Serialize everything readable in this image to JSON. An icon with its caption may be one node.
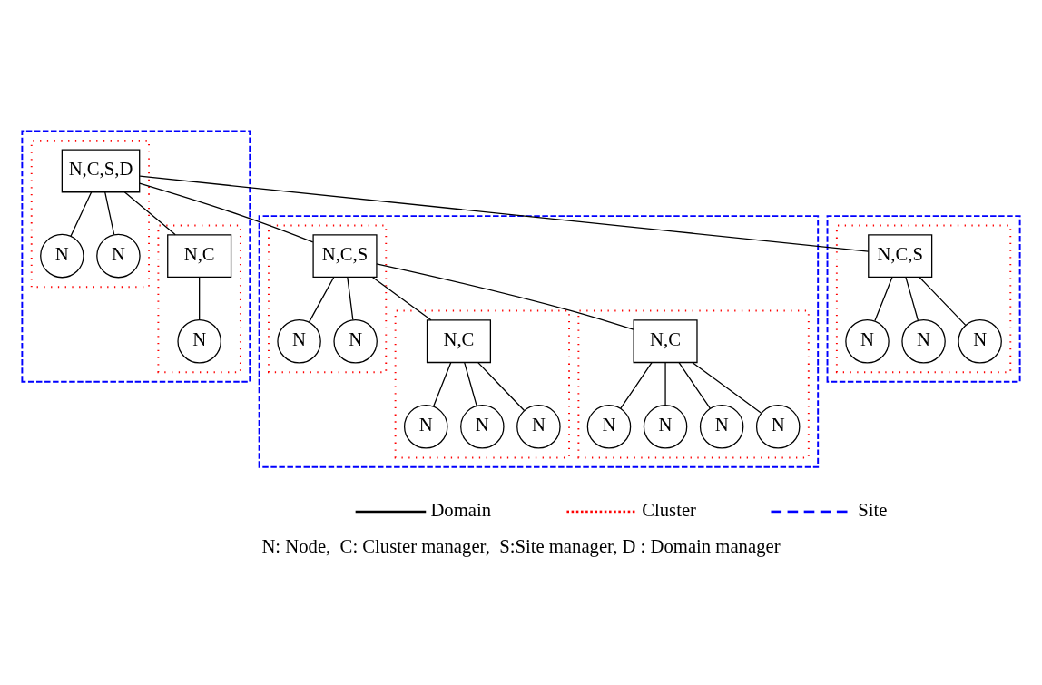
{
  "diagram": {
    "caption": "N: Node,  C: Cluster manager,  S:Site manager, D : Domain manager",
    "nodes": [
      {
        "text": [],
        "shape": "box"
      },
      {
        "text": [],
        "shape": "box",
        "in": 0
      },
      {
        "text": [
          "N,C"
        ],
        "in": 1
      },
      {
        "text": [],
        "shape": "box",
        "in": 0
      },
      {
        "text": [
          "N,C,S"
        ],
        "in": 3
      },
      {
        "text": [],
        "shape": "box",
        "in": 0
      },
      {
        "text": [
          "N,C"
        ],
        "in": 5
      },
      {
        "text": [],
        "shape": "box"
      },
      {
        "text": [],
        "shape": "box",
        "in": 7
      },
      {
        "text": [
          "N,C,S,D"
        ],
        "in": 8
      },
      {
        "text": [],
        "shape": "box",
        "in": 7
      },
      {
        "text": [
          "N,C"
        ],
        "in": 10
      },
      {
        "text": [],
        "shape": "box"
      },
      {
        "text": [],
        "shape": "box",
        "in": 12
      },
      {
        "text": [
          "N,C,S"
        ],
        "in": 13
      },
      {
        "text": [
          "N"
        ],
        "in": 1
      },
      {
        "text": [
          "N"
        ],
        "in": 1
      },
      {
        "text": [
          "N"
        ],
        "in": 1
      },
      {
        "text": [
          "N"
        ],
        "in": 3
      },
      {
        "text": [
          "N"
        ],
        "in": 3
      },
      {
        "text": [
          "N"
        ],
        "in": 5
      },
      {
        "text": [
          "N"
        ],
        "in": 5
      },
      {
        "text": [
          "N"
        ],
        "in": 5
      },
      {
        "text": [
          "N"
        ],
        "in": 5
      },
      {
        "text": [
          "N"
        ],
        "in": 8
      },
      {
        "text": [
          "N"
        ],
        "in": 8
      },
      {
        "text": [
          "N"
        ],
        "in": 10
      },
      {
        "text": [
          "N"
        ],
        "in": 13
      },
      {
        "text": [
          "N"
        ],
        "in": 13
      },
      {
        "text": [
          "N"
        ],
        "in": 13
      }
    ],
    "edges": [
      {
        "from": 9,
        "to": 4,
        "arrow": "none"
      },
      {
        "from": 9,
        "to": 24,
        "arrow": "none"
      },
      {
        "from": 9,
        "to": 25,
        "arrow": "none"
      },
      {
        "from": 9,
        "to": 11,
        "arrow": "none"
      },
      {
        "from": 9,
        "to": 14,
        "arrow": "none"
      },
      {
        "from": 4,
        "to": 2,
        "arrow": "none"
      },
      {
        "from": 4,
        "to": 18,
        "arrow": "none"
      },
      {
        "from": 4,
        "to": 19,
        "arrow": "none"
      },
      {
        "from": 4,
        "to": 6,
        "arrow": "none"
      },
      {
        "from": 2,
        "to": 15,
        "arrow": "none"
      },
      {
        "from": 2,
        "to": 16,
        "arrow": "none"
      },
      {
        "from": 2,
        "to": 17,
        "arrow": "none"
      },
      {
        "from": 6,
        "to": 20,
        "arrow": "none"
      },
      {
        "from": 6,
        "to": 21,
        "arrow": "none"
      },
      {
        "from": 6,
        "to": 22,
        "arrow": "none"
      },
      {
        "from": 6,
        "to": 23,
        "arrow": "none"
      },
      {
        "from": 11,
        "to": 26,
        "arrow": "none"
      },
      {
        "from": 14,
        "to": 27,
        "arrow": "none"
      },
      {
        "from": 14,
        "to": 28,
        "arrow": "none"
      },
      {
        "from": 14,
        "to": 29,
        "arrow": "none"
      }
    ],
    "legend": [
      {
        "text": "Domain"
      },
      {
        "text": "Cluster"
      },
      {
        "text": "Site"
      }
    ]
  }
}
